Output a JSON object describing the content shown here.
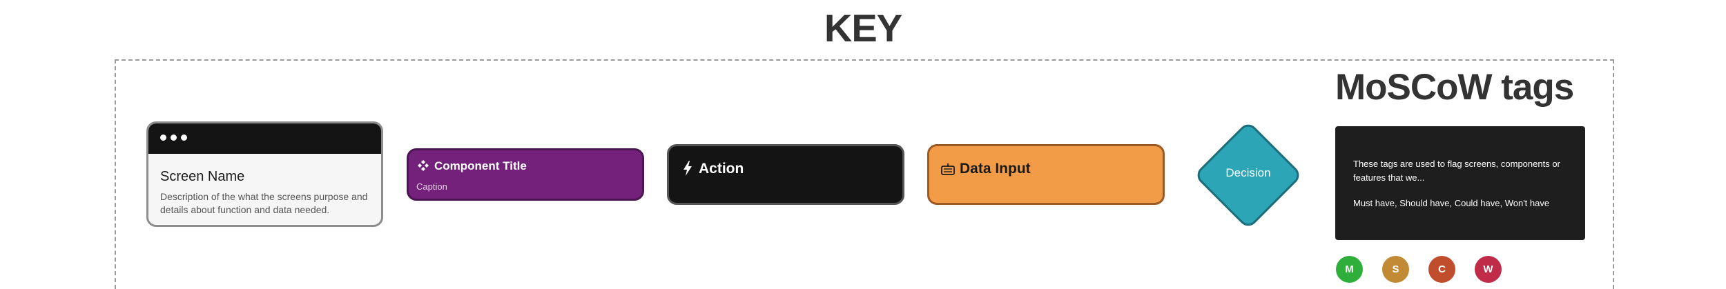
{
  "key": {
    "title": "KEY"
  },
  "screen": {
    "name": "Screen Name",
    "description": "Description of the what the screens purpose and details about function and data needed."
  },
  "component": {
    "title": "Component Title",
    "caption": "Caption",
    "icon": "component-icon"
  },
  "action": {
    "label": "Action",
    "icon": "lightning-icon"
  },
  "data_input": {
    "label": "Data Input",
    "icon": "keyboard-icon"
  },
  "decision": {
    "label": "Decision"
  },
  "moscow": {
    "title": "MoSCoW tags",
    "line1": "These tags are used to flag screens, components or features that we...",
    "line2": "Must have, Should have, Could have, Won't have",
    "tags": [
      {
        "letter": "M",
        "color": "#2fae3b"
      },
      {
        "letter": "S",
        "color": "#c28a34"
      },
      {
        "letter": "C",
        "color": "#c04e2d"
      },
      {
        "letter": "W",
        "color": "#c02b47"
      }
    ]
  },
  "colors": {
    "component": "#74217b",
    "action": "#141414",
    "data_input": "#f39c48",
    "decision": "#2ca6b6"
  }
}
